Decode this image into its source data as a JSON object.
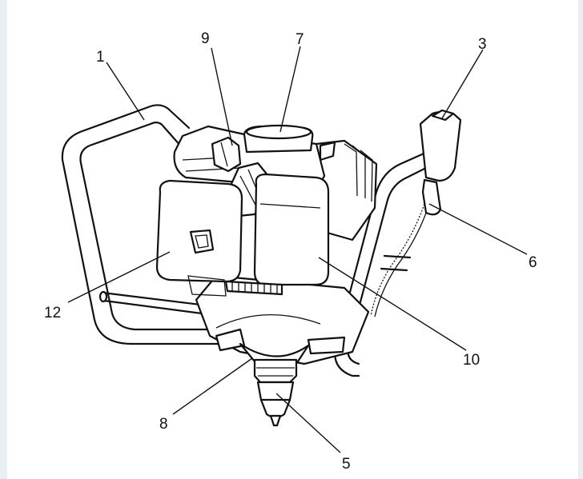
{
  "callouts": [
    {
      "id": "c1",
      "label": "1"
    },
    {
      "id": "c3",
      "label": "3"
    },
    {
      "id": "c5",
      "label": "5"
    },
    {
      "id": "c6",
      "label": "6"
    },
    {
      "id": "c7",
      "label": "7"
    },
    {
      "id": "c8",
      "label": "8"
    },
    {
      "id": "c9",
      "label": "9"
    },
    {
      "id": "c10",
      "label": "10"
    },
    {
      "id": "c12",
      "label": "12"
    }
  ]
}
